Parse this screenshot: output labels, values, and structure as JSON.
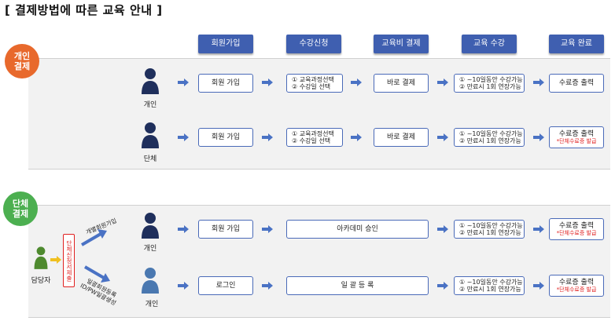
{
  "title": "[ 결제방법에 따른 교육 안내 ]",
  "stages": [
    "회원가입",
    "수강신청",
    "교육비 결제",
    "교육 수강",
    "교육 완료"
  ],
  "colors": {
    "stage_header": "#3f5fb0",
    "box_border": "#4a6ab8",
    "arrow": "#4a72c4",
    "individual_circle": "#e8692c",
    "group_circle": "#4caf50",
    "note_red": "#e02020"
  },
  "individual": {
    "circle_label": "개인 결제",
    "rows": [
      {
        "person": "개인",
        "signup": "회원 가입",
        "enroll_lines": [
          "① 교육과정선택",
          "② 수강일 선택"
        ],
        "payment": "바로 결제",
        "study_lines": [
          "① ~10일동안 수강가능",
          "② 만료시 1회 연장가능"
        ],
        "complete": "수료증 출력",
        "complete_note": ""
      },
      {
        "person": "단체",
        "signup": "회원 가입",
        "enroll_lines": [
          "① 교육과정선택",
          "② 수강일 선택"
        ],
        "payment": "바로 결제",
        "study_lines": [
          "① ~10일동안 수강가능",
          "② 만료시 1회 연장가능"
        ],
        "complete": "수료증 출력",
        "complete_note": "*단체수료증 발급"
      }
    ]
  },
  "group": {
    "circle_label": "단체 결제",
    "manager": "담당자",
    "submit_box": "단체신청서제출",
    "upper_path_label": "개별회원가입",
    "lower_path_label_1": "일괄회원등록",
    "lower_path_label_2": "ID/PW일괄생성",
    "rows": [
      {
        "person": "개인",
        "signup": "회원 가입",
        "enroll_payment": "아카데미 승인",
        "study_lines": [
          "① ~10일동안 수강가능",
          "② 만료시 1회 연장가능"
        ],
        "complete": "수료증 출력",
        "complete_note": "*단체수료증 발급"
      },
      {
        "person": "개인",
        "signup": "로그인",
        "enroll_payment": "일 괄 등 록",
        "study_lines": [
          "① ~10일동안 수강가능",
          "② 만료시 1회 연장가능"
        ],
        "complete": "수료증 출력",
        "complete_note": "*단체수료증 발급"
      }
    ]
  }
}
